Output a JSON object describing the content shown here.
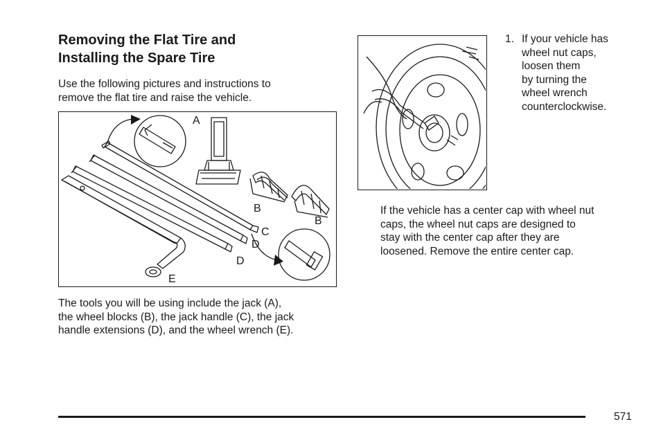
{
  "section": {
    "title_lines": [
      "Removing the Flat Tire and",
      "Installing the Spare Tire"
    ],
    "intro_lines": [
      "Use the following pictures and instructions to",
      "remove the flat tire and raise the vehicle."
    ]
  },
  "tools_figure": {
    "labels": {
      "jack": "A",
      "wheel_block_left": "B",
      "wheel_block_right": "B",
      "jack_handle": "C",
      "extension_upper": "D",
      "extension_lower": "D",
      "wheel_wrench": "E"
    }
  },
  "tools_caption_lines": [
    "The tools you will be using include the jack (A),",
    "the wheel blocks (B), the jack handle (C), the jack",
    "handle extensions (D), and the wheel wrench (E)."
  ],
  "step_1": {
    "number": "1.",
    "lines": [
      "If your vehicle has",
      "wheel nut caps,",
      "loosen them",
      "by turning the",
      "wheel wrench",
      "counterclockwise."
    ]
  },
  "center_cap_lines": [
    "If the vehicle has a center cap with wheel nut",
    "caps, the wheel nut caps are designed to",
    "stay with the center cap after they are",
    "loosened. Remove the entire center cap."
  ],
  "footer": {
    "page_number": "571"
  }
}
